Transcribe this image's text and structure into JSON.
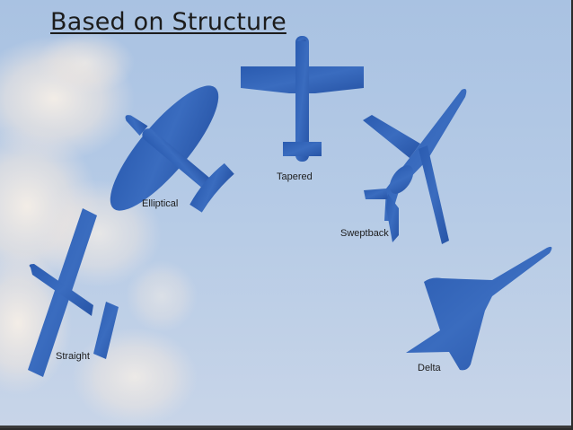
{
  "title": "Based on Structure",
  "colors": {
    "plane": "#2f61b4",
    "sky_top": "#a9c2e2",
    "sky_bottom": "#c7d4e7",
    "cloud": "#f4ede5",
    "text": "#1d1d1d"
  },
  "aircraft": [
    {
      "id": "elliptical",
      "label": "Elliptical"
    },
    {
      "id": "tapered",
      "label": "Tapered"
    },
    {
      "id": "sweptback",
      "label": "Sweptback"
    },
    {
      "id": "straight",
      "label": "Straight"
    },
    {
      "id": "delta",
      "label": "Delta"
    }
  ]
}
